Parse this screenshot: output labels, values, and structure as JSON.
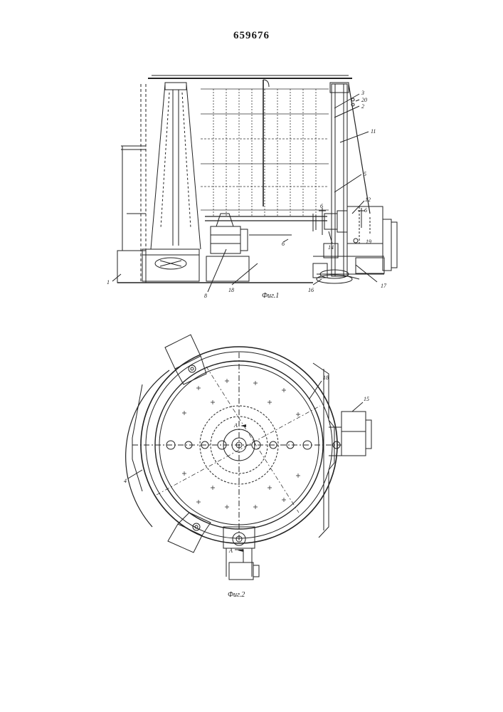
{
  "patent_number": "659676",
  "figures": [
    {
      "caption": "Фиг.1",
      "labels": [
        "3",
        "20",
        "2",
        "11",
        "5",
        "12",
        "6",
        "6",
        "6",
        "14",
        "19",
        "1",
        "8",
        "18",
        "16",
        "17"
      ]
    },
    {
      "caption": "Фиг.2",
      "labels": [
        "18",
        "15",
        "4",
        "А",
        "А"
      ]
    }
  ]
}
